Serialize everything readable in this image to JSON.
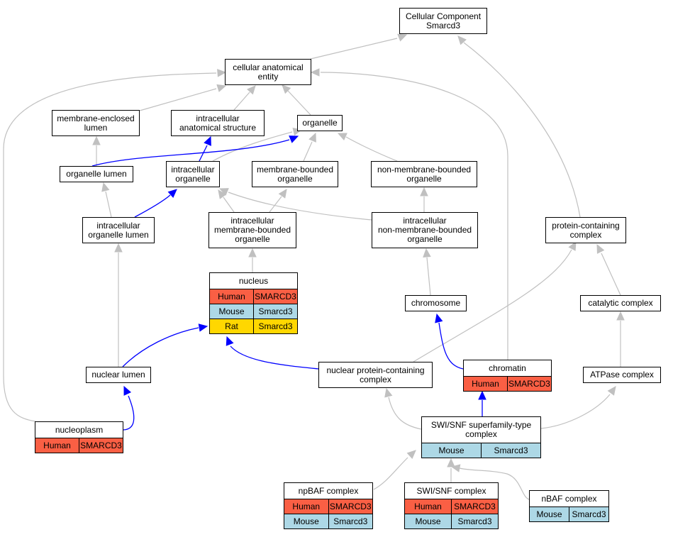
{
  "nodes": {
    "cellular_component": "Cellular Component\nSmarcd3",
    "cellular_anatomical_entity": "cellular anatomical\nentity",
    "membrane_enclosed_lumen": "membrane-enclosed\nlumen",
    "intracellular_anatomical_structure": "intracellular\nanatomical structure",
    "organelle": "organelle",
    "organelle_lumen": "organelle lumen",
    "intracellular_organelle": "intracellular\norganelle",
    "membrane_bounded_organelle": "membrane-bounded\norganelle",
    "non_membrane_bounded_organelle": "non-membrane-bounded\norganelle",
    "intracellular_organelle_lumen": "intracellular\norganelle lumen",
    "intracellular_membrane_bounded_organelle": "intracellular\nmembrane-bounded\norganelle",
    "intracellular_non_membrane_bounded_organelle": "intracellular\nnon-membrane-bounded\norganelle",
    "protein_containing_complex": "protein-containing\ncomplex",
    "chromosome": "chromosome",
    "catalytic_complex": "catalytic complex",
    "nuclear_lumen": "nuclear lumen",
    "nuclear_protein_containing_complex": "nuclear protein-containing\ncomplex",
    "atpase_complex": "ATPase complex"
  },
  "table_nodes": {
    "nucleus": {
      "title": "nucleus",
      "rows": [
        {
          "species": "Human",
          "gene": "SMARCD3",
          "color": "#fa5f44"
        },
        {
          "species": "Mouse",
          "gene": "Smarcd3",
          "color": "#add8e6"
        },
        {
          "species": "Rat",
          "gene": "Smarcd3",
          "color": "#ffd700"
        }
      ]
    },
    "chromatin": {
      "title": "chromatin",
      "rows": [
        {
          "species": "Human",
          "gene": "SMARCD3",
          "color": "#fa5f44"
        }
      ]
    },
    "nucleoplasm": {
      "title": "nucleoplasm",
      "rows": [
        {
          "species": "Human",
          "gene": "SMARCD3",
          "color": "#fa5f44"
        }
      ]
    },
    "swi_snf_superfamily": {
      "title": "SWI/SNF superfamily-type\ncomplex",
      "rows": [
        {
          "species": "Mouse",
          "gene": "Smarcd3",
          "color": "#add8e6"
        }
      ]
    },
    "npbaf": {
      "title": "npBAF complex",
      "rows": [
        {
          "species": "Human",
          "gene": "SMARCD3",
          "color": "#fa5f44"
        },
        {
          "species": "Mouse",
          "gene": "Smarcd3",
          "color": "#add8e6"
        }
      ]
    },
    "swi_snf": {
      "title": "SWI/SNF complex",
      "rows": [
        {
          "species": "Human",
          "gene": "SMARCD3",
          "color": "#fa5f44"
        },
        {
          "species": "Mouse",
          "gene": "Smarcd3",
          "color": "#add8e6"
        }
      ]
    },
    "nbaf": {
      "title": "nBAF complex",
      "rows": [
        {
          "species": "Mouse",
          "gene": "Smarcd3",
          "color": "#add8e6"
        }
      ]
    }
  },
  "colors": {
    "edge_gray": "#c0c0c0",
    "edge_blue": "#0000ff",
    "human": "#fa5f44",
    "mouse": "#add8e6",
    "rat": "#ffd700"
  }
}
